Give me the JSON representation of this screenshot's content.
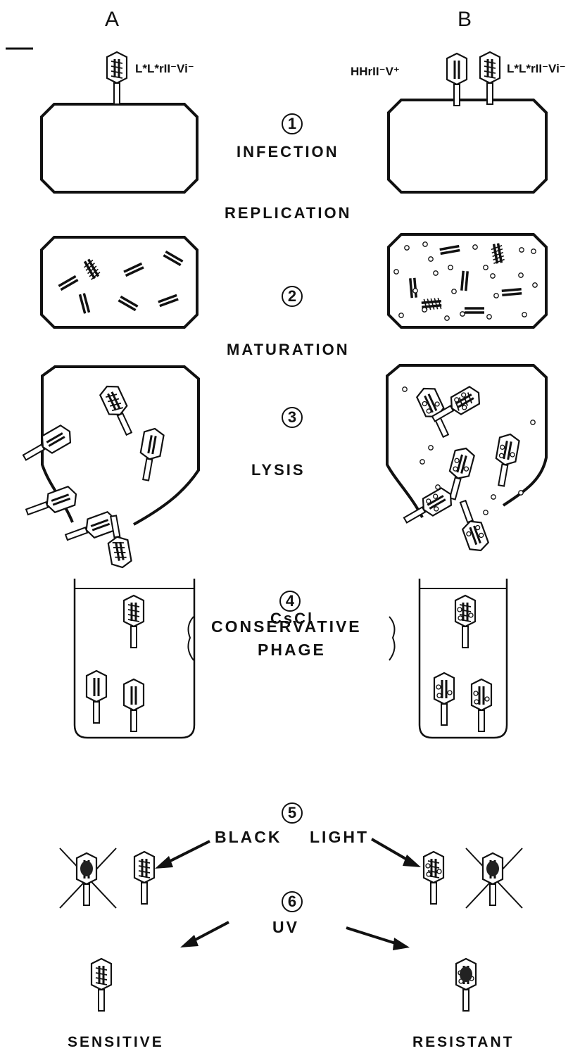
{
  "columns": {
    "a": "A",
    "b": "B"
  },
  "genotypes": {
    "a": {
      "base": "L",
      "sup": "*",
      "rest": "r II",
      "v": "V",
      "vsub": "i",
      "vsup": "−"
    },
    "b_left": "HHrII V+",
    "b_right": "L*L*rII Vi−"
  },
  "genotype_display": {
    "a": "L*L*rII⁻Vi⁻",
    "b_left": "HHrII⁻V⁺",
    "b_right": "L*L*rII⁻Vi⁻"
  },
  "steps": {
    "s1": {
      "number": "1",
      "label": "INFECTION"
    },
    "replication": "REPLICATION",
    "s2": {
      "number": "2"
    },
    "maturation": "MATURATION",
    "s3": {
      "number": "3",
      "label": "LYSIS"
    },
    "s4": {
      "number": "4",
      "reagent": "CsCl",
      "label_line1": "CONSERVATIVE",
      "label_line2": "PHAGE"
    },
    "s5": {
      "number": "5",
      "label_left": "BLACK",
      "label_right": "LIGHT"
    },
    "s6": {
      "number": "6",
      "label": "UV"
    }
  },
  "outcomes": {
    "left": "SENSITIVE",
    "right": "RESISTANT"
  }
}
